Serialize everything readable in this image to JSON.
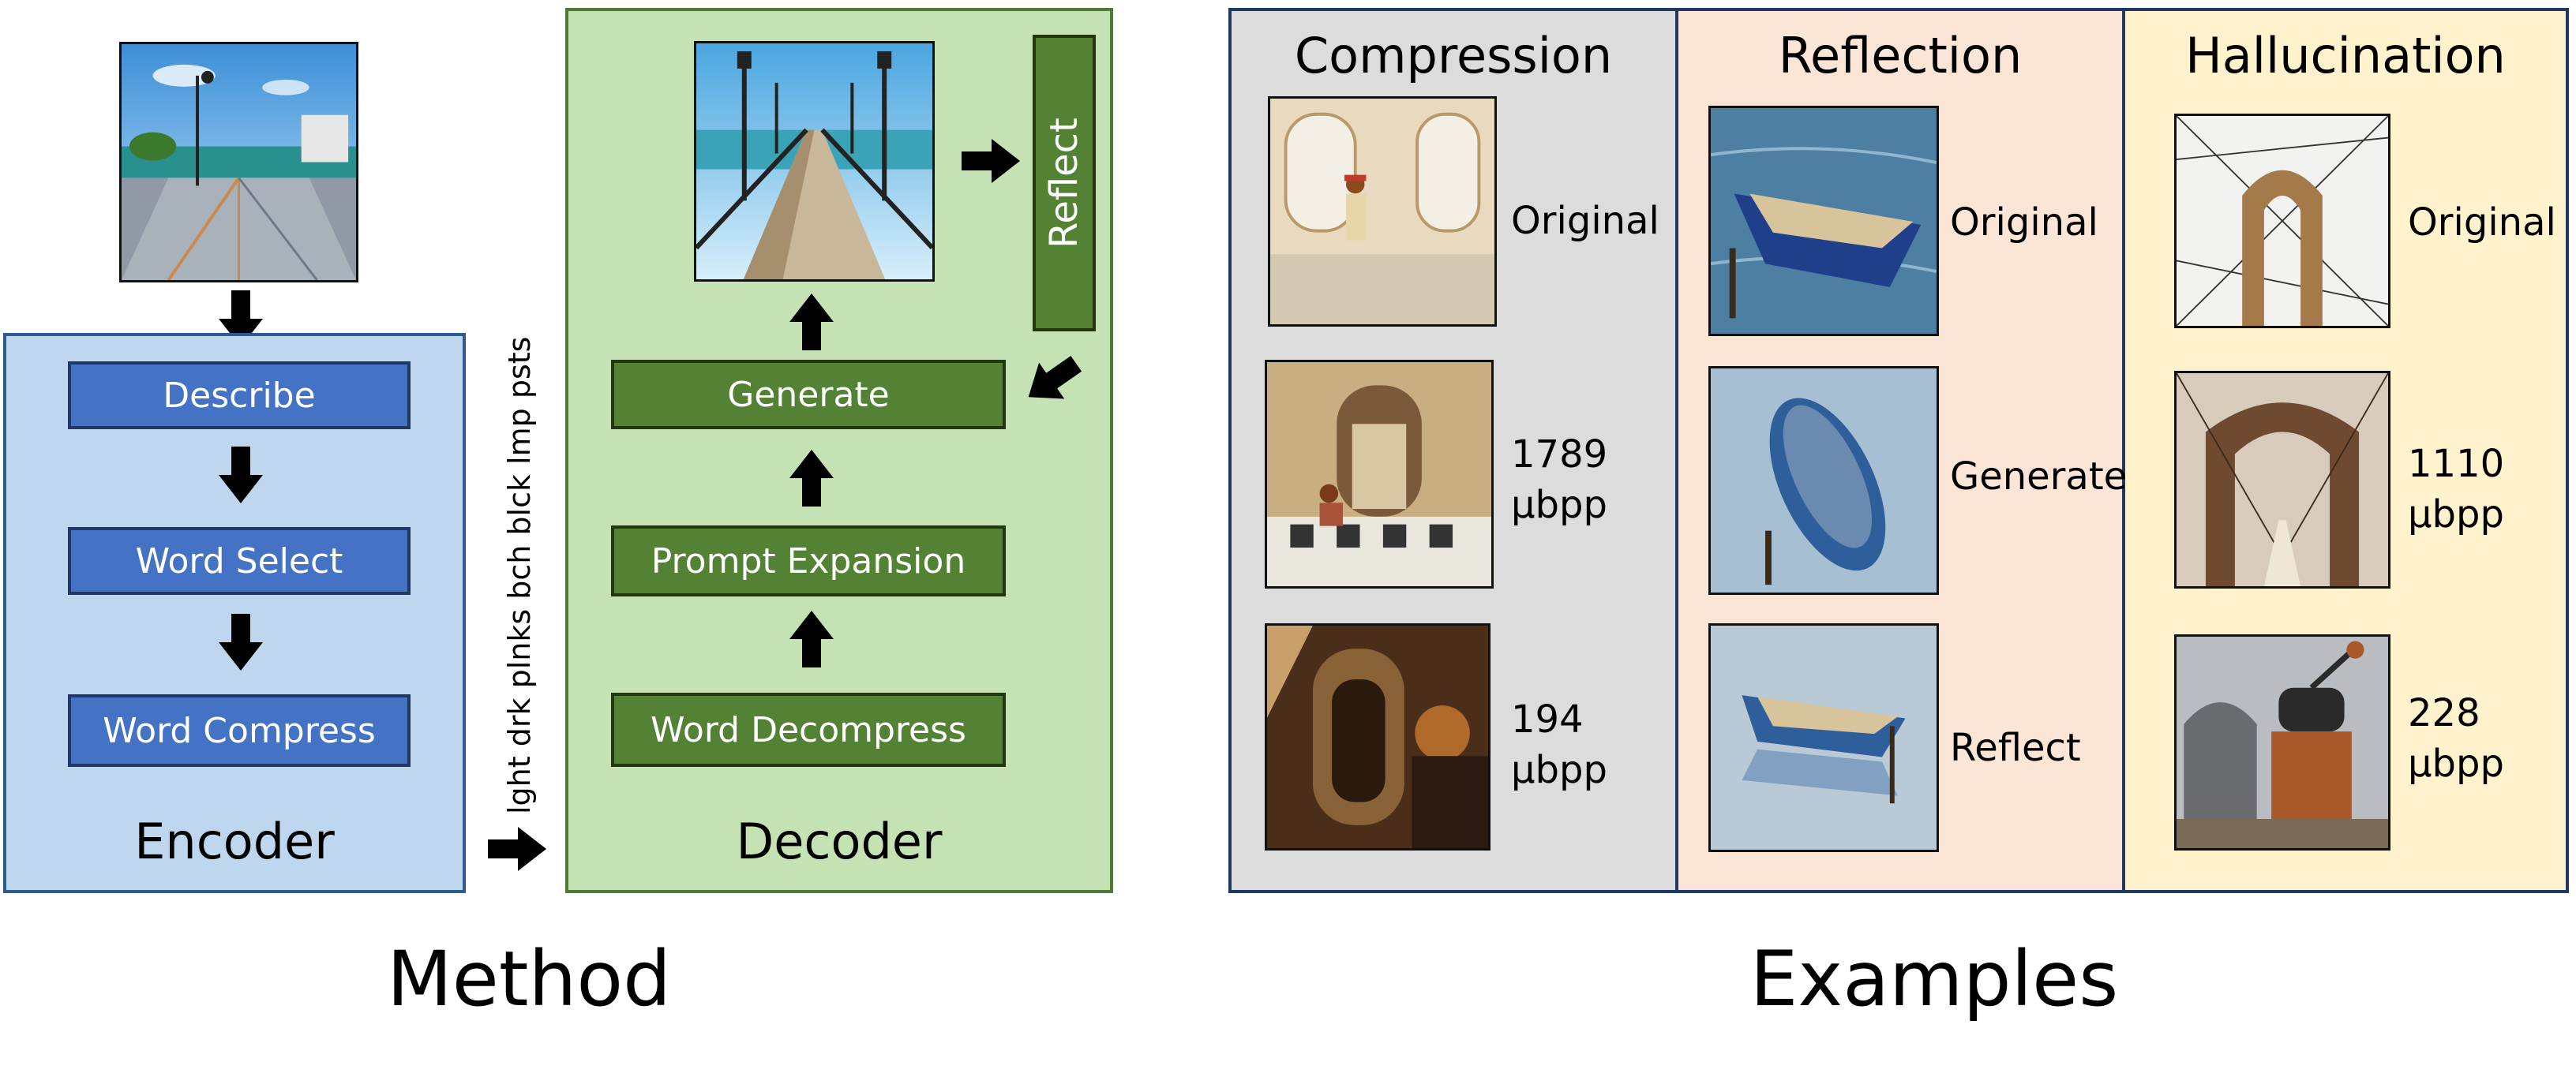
{
  "method": {
    "title": "Method",
    "encoder": {
      "label": "Encoder",
      "steps": [
        "Describe",
        "Word Select",
        "Word Compress"
      ]
    },
    "compressed_text": "lght drk plnks bch blck lmp psts",
    "decoder": {
      "label": "Decoder",
      "steps": [
        "Word Decompress",
        "Prompt Expansion",
        "Generate"
      ],
      "reflect": "Reflect"
    }
  },
  "examples": {
    "title": "Examples",
    "columns": [
      {
        "title": "Compression",
        "bg": "#dcdcdc",
        "rows": [
          {
            "line1": "Original",
            "line2": ""
          },
          {
            "line1": "1789",
            "line2": "µbpp"
          },
          {
            "line1": "194",
            "line2": "µbpp"
          }
        ]
      },
      {
        "title": "Reflection",
        "bg": "#fbe5d6",
        "rows": [
          {
            "line1": "Original",
            "line2": ""
          },
          {
            "line1": "Generate",
            "line2": ""
          },
          {
            "line1": "Reflect",
            "line2": ""
          }
        ]
      },
      {
        "title": "Hallucination",
        "bg": "#fff2cc",
        "rows": [
          {
            "line1": "Original",
            "line2": ""
          },
          {
            "line1": "1110",
            "line2": "µbpp"
          },
          {
            "line1": "228",
            "line2": "µbpp"
          }
        ]
      }
    ]
  },
  "colors": {
    "encoder_bg": "#bfd7ee",
    "decoder_bg": "#c5e2b5",
    "blue_step": "#4472c4",
    "green_step": "#548235"
  }
}
